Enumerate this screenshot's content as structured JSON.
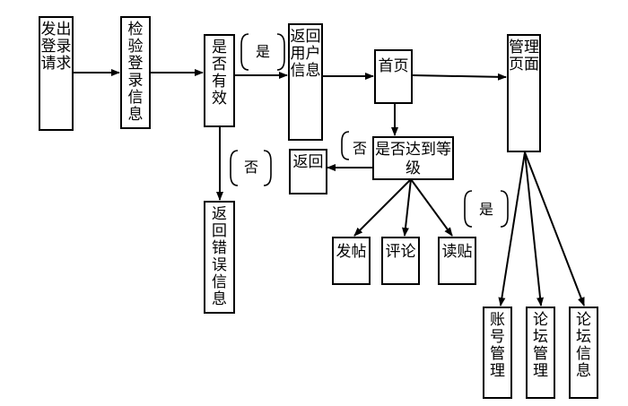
{
  "nodes": {
    "send_login": "发出登录请求",
    "check_login": "检验登录信息",
    "valid": "是否有效",
    "return_user": "返回用户信息",
    "return_error": "返回错误信息",
    "home": "首页",
    "level_check": "是否达到等级",
    "back": "返回",
    "post": "发帖",
    "comment": "评论",
    "read": "读贴",
    "admin": "管理页面",
    "account_mgmt": "账号管理",
    "forum_mgmt": "论坛管理",
    "forum_info": "论坛信息"
  },
  "labels": {
    "yes_valid": "是",
    "no_valid": "否",
    "no_level": "否",
    "yes_level": "是"
  }
}
